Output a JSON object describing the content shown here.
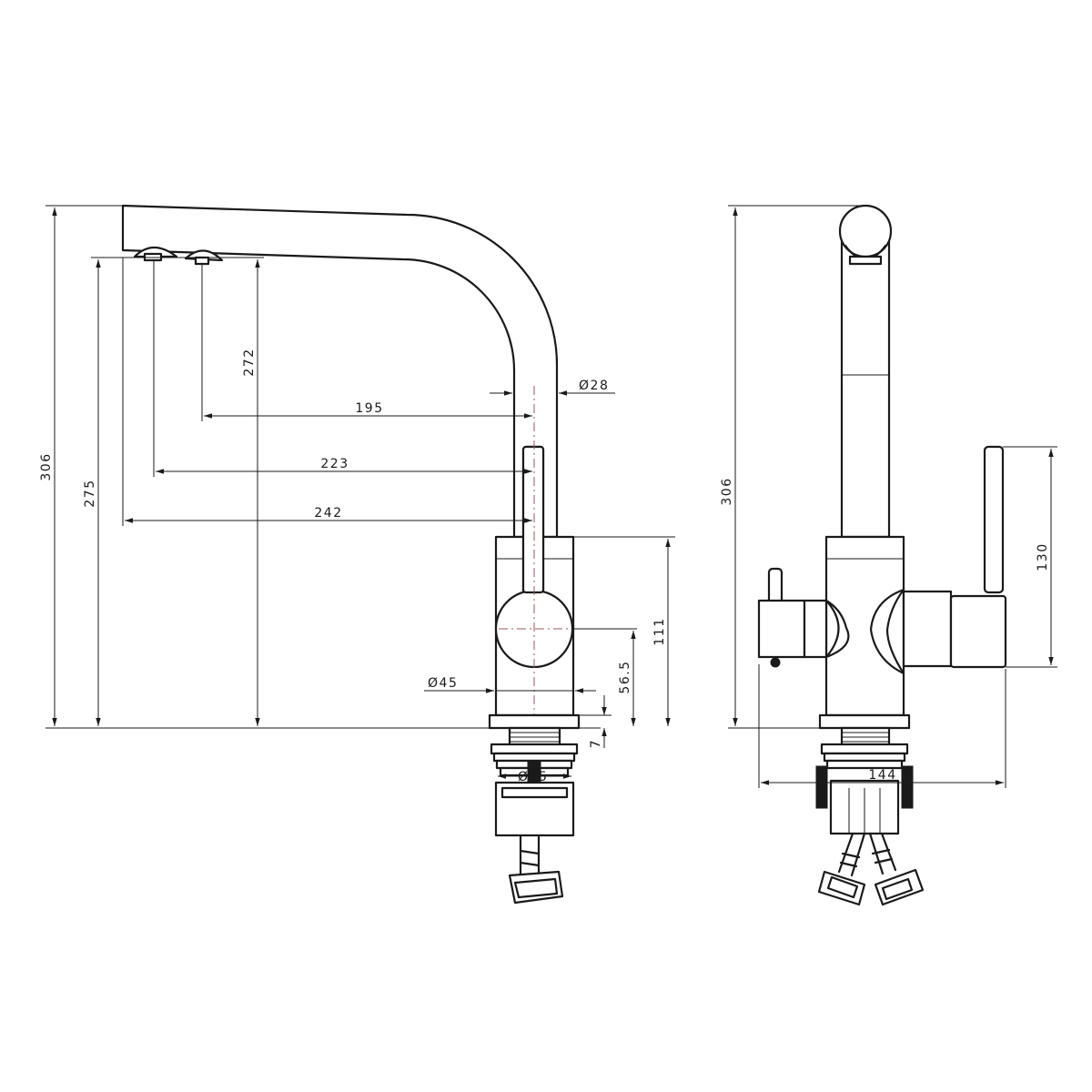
{
  "dimensions": {
    "height_total_side": "306",
    "height_outlet_center": "275",
    "height_outlet_front": "272",
    "diameter_spout": "28",
    "reach_195": "195",
    "reach_223": "223",
    "reach_242": "242",
    "body_height": "111",
    "handle_axis_height": "56.5",
    "diameter_body": "45",
    "flange_thickness": "7",
    "mount_diameter": "35",
    "height_total_front": "306",
    "lever_height": "130",
    "overall_width": "144"
  },
  "symbols": {
    "diameter": "Ø"
  }
}
